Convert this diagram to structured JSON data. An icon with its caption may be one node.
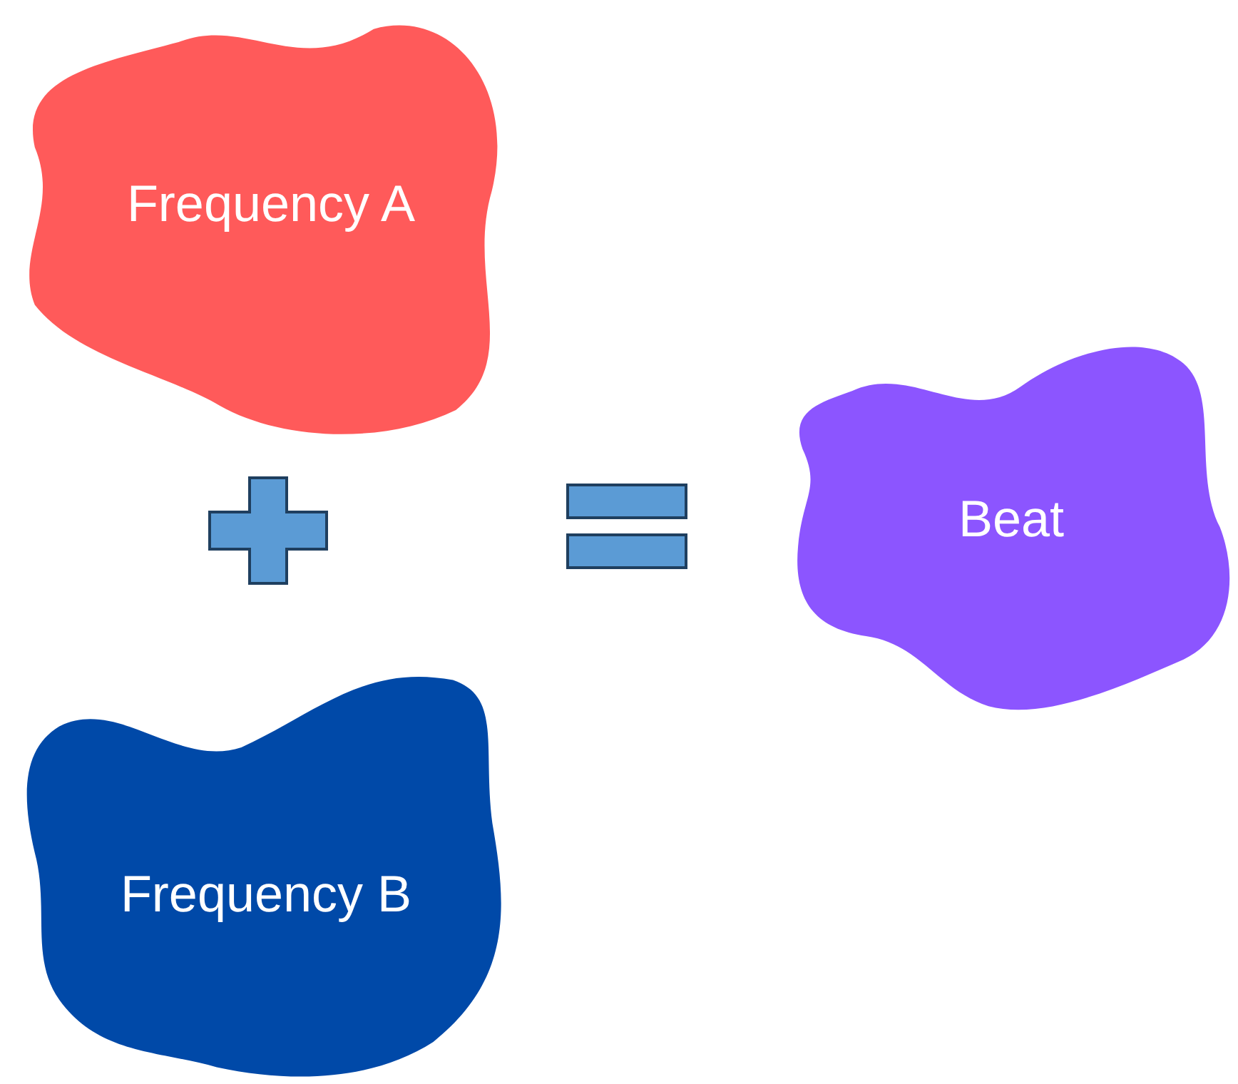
{
  "diagram": {
    "nodes": [
      {
        "text": [
          "Frequency A"
        ]
      },
      {
        "text": [
          "Frequency B"
        ]
      },
      {
        "text": [
          "Beat"
        ]
      }
    ]
  }
}
